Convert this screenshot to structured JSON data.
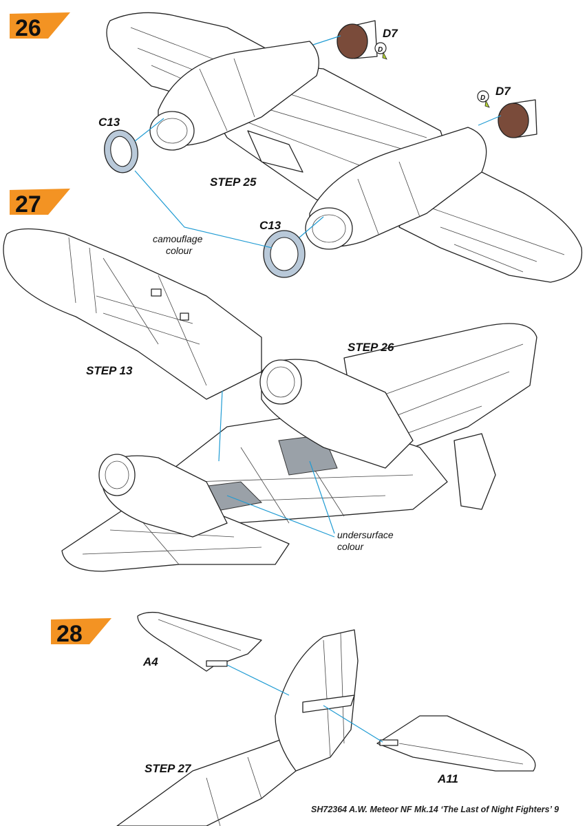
{
  "steps": [
    {
      "number": "26",
      "color": "#f39323"
    },
    {
      "number": "27",
      "color": "#f39323"
    },
    {
      "number": "28",
      "color": "#f39323"
    }
  ],
  "labels": {
    "d7": "D7",
    "d_badge": "D",
    "c13": "C13",
    "step25": "STEP 25",
    "step13": "STEP 13",
    "step26": "STEP 26",
    "step27": "STEP 27",
    "a4": "A4",
    "a11": "A11",
    "camo_line1": "camouflage",
    "camo_line2": "colour",
    "under_line1": "undersurface",
    "under_line2": "colour"
  },
  "colors": {
    "leader_line": "#1f9bd3",
    "ring_part": "#b9c9d9",
    "nozzle_part": "#7a4b3a",
    "bay_grey": "#9aa1a8",
    "badge_green": "#b5d334"
  },
  "footer": "SH72364  A.W. Meteor NF Mk.14 ‘The Last of Night Fighters’ 9"
}
